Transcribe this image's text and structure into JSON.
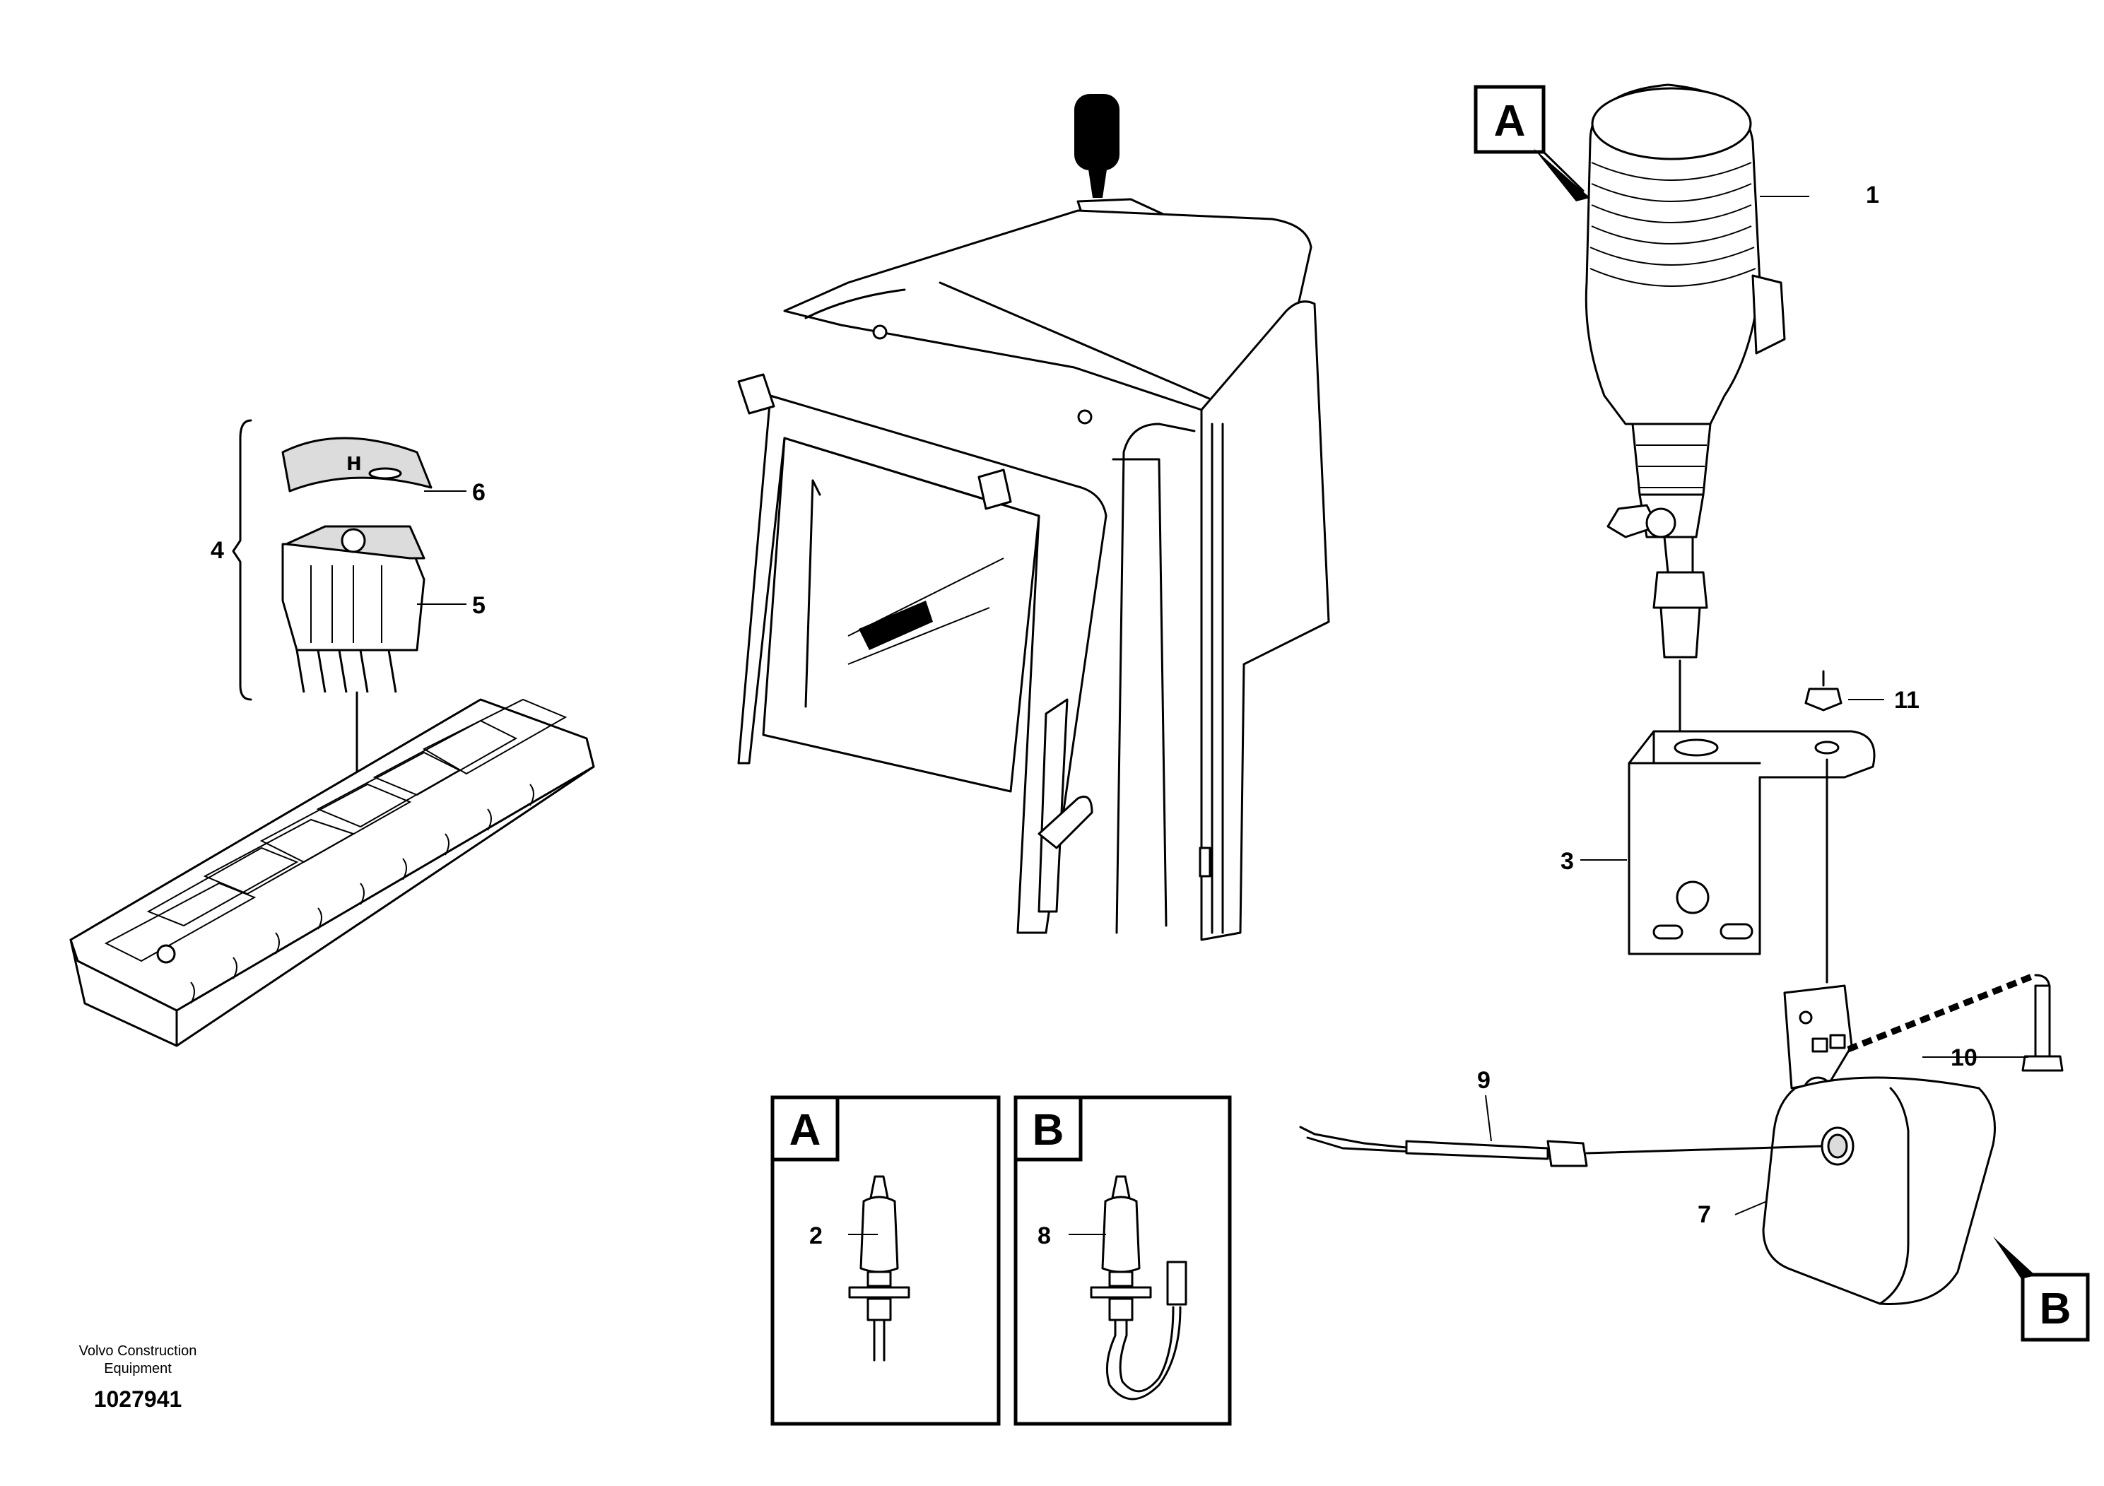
{
  "title": "",
  "callouts": {
    "c1": "1",
    "c2": "2",
    "c3": "3",
    "c4": "4",
    "c5": "5",
    "c6": "6",
    "c7": "7",
    "c8": "8",
    "c9": "9",
    "c10": "10",
    "c11": "11"
  },
  "detail_labels": {
    "a_top": "A",
    "b_right": "B",
    "a_inset": "A",
    "b_inset": "B"
  },
  "footer": {
    "maker_line1": "Volvo Construction",
    "maker_line2": "Equipment",
    "drawing_number": "1027941"
  },
  "colors": {
    "line": "#000000",
    "background": "#ffffff",
    "shade": "#d9d9d9"
  }
}
